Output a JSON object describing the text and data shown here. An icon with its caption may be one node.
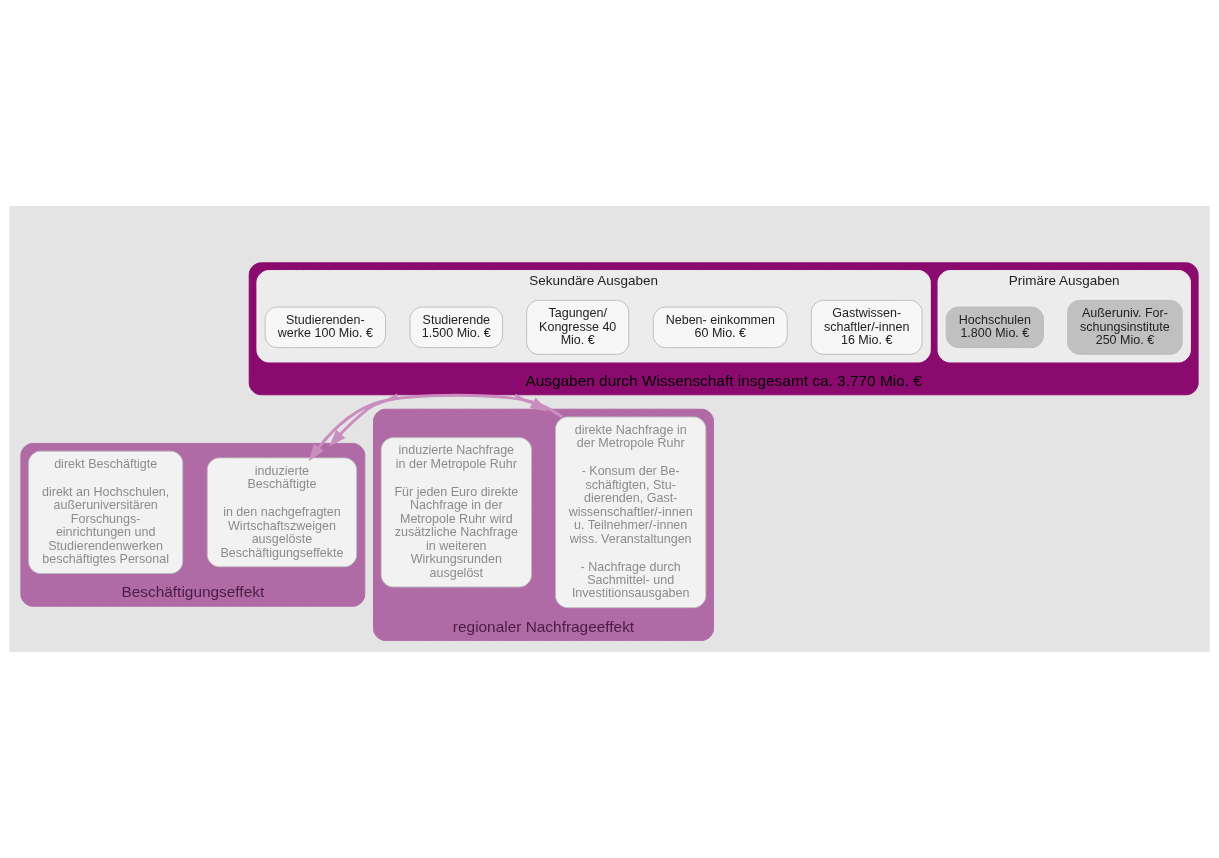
{
  "diagram": {
    "nodes": [
      {
        "text": [
          "Ausgaben durch Wissenschaft insgesamt ca. 3.770 Mio. €"
        ]
      },
      {
        "text": [
          "Primäre Ausgaben"
        ],
        "in": 0
      },
      {
        "text": [
          "Hochschulen 1.800 Mio. €"
        ],
        "in": 1
      },
      {
        "text": [
          "Außeruniv. For- schungsinstitute 250 Mio. €"
        ],
        "in": 1
      },
      {
        "text": [
          "Sekundäre Ausgaben"
        ],
        "in": 0
      },
      {
        "text": [
          "Studierenden- werke 100 Mio. €"
        ],
        "in": 4
      },
      {
        "text": [
          "Studierende 1.500 Mio. €"
        ],
        "in": 4
      },
      {
        "text": [
          "Tagungen/ Kongresse 40 Mio. €"
        ],
        "in": 4
      },
      {
        "text": [
          "Neben- einkommen 60 Mio. €"
        ],
        "in": 4
      },
      {
        "text": [
          "Gastwissen- schaftler/-innen 16 Mio. €"
        ],
        "in": 4
      },
      {
        "text": [
          "Beschäftigungseffekt"
        ]
      },
      {
        "text": [
          "direkt Beschäftigte",
          "direkt an Hochschulen, außeruniversitären Forschungs- einrichtungen und Studierendenwerken beschäftigtes Personal"
        ],
        "in": 10
      },
      {
        "text": [
          "induzierte Beschäftigte",
          "in den nachgefragten Wirtschaftszweigen ausgelöste Beschäftigungseffekte"
        ],
        "in": 10
      },
      {
        "text": [
          "regionaler Nachfrageeffekt"
        ]
      },
      {
        "text": [
          "induzierte Nachfrage in der Metropole Ruhr",
          "Für jeden Euro direkte Nachfrage in der Metropole Ruhr wird zusätzliche Nachfrage in weiteren Wirkungsrunden ausgelöst"
        ],
        "in": 13
      },
      {
        "text": [
          "direkte Nachfrage in der Metropole Ruhr",
          "- Konsum der Be- schäftigten, Stu- dierenden, Gast- wissenschaftler/-innen u. Teilnehmer/-innen wiss. Veranstaltungen",
          "- Nachfrage durch Sachmittel- und Investitionsausgaben"
        ],
        "in": 13
      }
    ],
    "edges": [
      {
        "from": 0,
        "to": 10,
        "arrow": "to"
      },
      {
        "from": 0,
        "to": 13,
        "arrow": "to"
      },
      {
        "from": 15,
        "to": 12,
        "arrow": "to"
      }
    ]
  }
}
